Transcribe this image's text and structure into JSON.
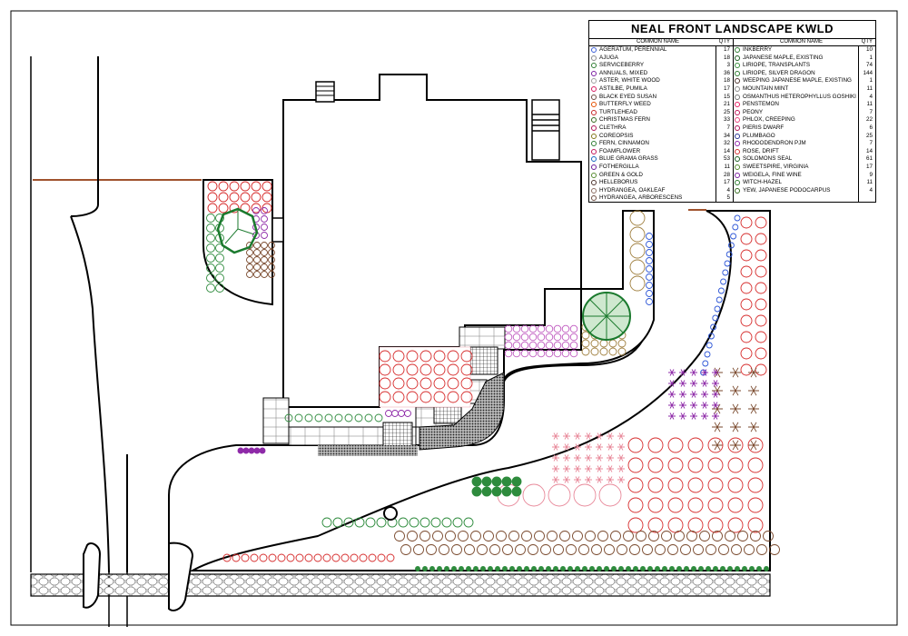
{
  "legend": {
    "title": "NEAL FRONT LANDSCAPE",
    "designer": "KWLD",
    "header_name": "COMMON NAME",
    "header_qty": "QTY",
    "left": [
      {
        "name": "AGERATUM, PERENNIAL",
        "qty": "17",
        "color": "#3b5ed8"
      },
      {
        "name": "AJUGA",
        "qty": "18",
        "color": "#8a8a8a"
      },
      {
        "name": "SERVICEBERRY",
        "qty": "3",
        "color": "#2e7d32"
      },
      {
        "name": "ANNUALS, MIXED",
        "qty": "36",
        "color": "#7b1fa2"
      },
      {
        "name": "ASTER, WHITE WOOD",
        "qty": "18",
        "color": "#9e9e9e"
      },
      {
        "name": "ASTILBE, PUMILA",
        "qty": "17",
        "color": "#d81b60"
      },
      {
        "name": "BLACK EYED SUSAN",
        "qty": "15",
        "color": "#6d4c41"
      },
      {
        "name": "BUTTERFLY WEED",
        "qty": "21",
        "color": "#e65100"
      },
      {
        "name": "TURTLEHEAD",
        "qty": "25",
        "color": "#c62828"
      },
      {
        "name": "CHRISTMAS FERN",
        "qty": "33",
        "color": "#33691e"
      },
      {
        "name": "CLETHRA",
        "qty": "7",
        "color": "#ad1457"
      },
      {
        "name": "COREOPSIS",
        "qty": "34",
        "color": "#827717"
      },
      {
        "name": "FERN, CINNAMON",
        "qty": "32",
        "color": "#2e7d32"
      },
      {
        "name": "FOAMFLOWER",
        "qty": "14",
        "color": "#c2185b"
      },
      {
        "name": "BLUE GRAMA GRASS",
        "qty": "53",
        "color": "#1565c0"
      },
      {
        "name": "FOTHERGILLA",
        "qty": "11",
        "color": "#6a1b9a"
      },
      {
        "name": "GREEN & GOLD",
        "qty": "28",
        "color": "#558b2f"
      },
      {
        "name": "HELLEBORUS",
        "qty": "17",
        "color": "#4e342e"
      },
      {
        "name": "HYDRANGEA, OAKLEAF",
        "qty": "4",
        "color": "#8d6e63"
      },
      {
        "name": "HYDRANGEA, ARBORESCENS",
        "qty": "5",
        "color": "#6d4c41"
      }
    ],
    "right": [
      {
        "name": "INKBERRY",
        "qty": "10",
        "color": "#2e7d32"
      },
      {
        "name": "JAPANESE MAPLE, EXISTING",
        "qty": "1",
        "color": "#1b5e20"
      },
      {
        "name": "LIRIOPE, TRANSPLANTS",
        "qty": "74",
        "color": "#388e3c"
      },
      {
        "name": "LIRIOPE, SILVER DRAGON",
        "qty": "144",
        "color": "#2e7d32"
      },
      {
        "name": "WEEPING JAPANESE MAPLE, EXISTING",
        "qty": "1",
        "color": "#4e342e"
      },
      {
        "name": "MOUNTAIN MINT",
        "qty": "11",
        "color": "#8a8a8a"
      },
      {
        "name": "OSMANTHUS HETEROPHYLLUS GOSHIKI",
        "qty": "4",
        "color": "#757575"
      },
      {
        "name": "PENSTEMON",
        "qty": "11",
        "color": "#e91e63"
      },
      {
        "name": "PEONY",
        "qty": "7",
        "color": "#c2185b"
      },
      {
        "name": "PHLOX, CREEPING",
        "qty": "22",
        "color": "#ec407a"
      },
      {
        "name": "PIERIS DWARF",
        "qty": "6",
        "color": "#ad1457"
      },
      {
        "name": "PLUMBAGO",
        "qty": "25",
        "color": "#283593"
      },
      {
        "name": "RHODODENDRON PJM",
        "qty": "7",
        "color": "#8e24aa"
      },
      {
        "name": "ROSE, DRIFT",
        "qty": "14",
        "color": "#d32f2f"
      },
      {
        "name": "SOLOMONS SEAL",
        "qty": "61",
        "color": "#1b5e20"
      },
      {
        "name": "SWEETSPIRE, VIRGINIA",
        "qty": "17",
        "color": "#558b2f"
      },
      {
        "name": "WEIGELA, FINE WINE",
        "qty": "9",
        "color": "#7b1fa2"
      },
      {
        "name": "WITCH-HAZEL",
        "qty": "11",
        "color": "#2e7d32"
      },
      {
        "name": "YEW, JAPANESE PODOCARPUS",
        "qty": "4",
        "color": "#33691e"
      }
    ]
  },
  "colors": {
    "outline": "#000000",
    "property_line": "#a0522d",
    "gravel": "#888888",
    "pink": "#e8899a",
    "red": "#d62b2b",
    "green": "#2e8b3d",
    "blue": "#2c55d6",
    "purple": "#8e2aa8",
    "brown": "#7a4a2e"
  }
}
